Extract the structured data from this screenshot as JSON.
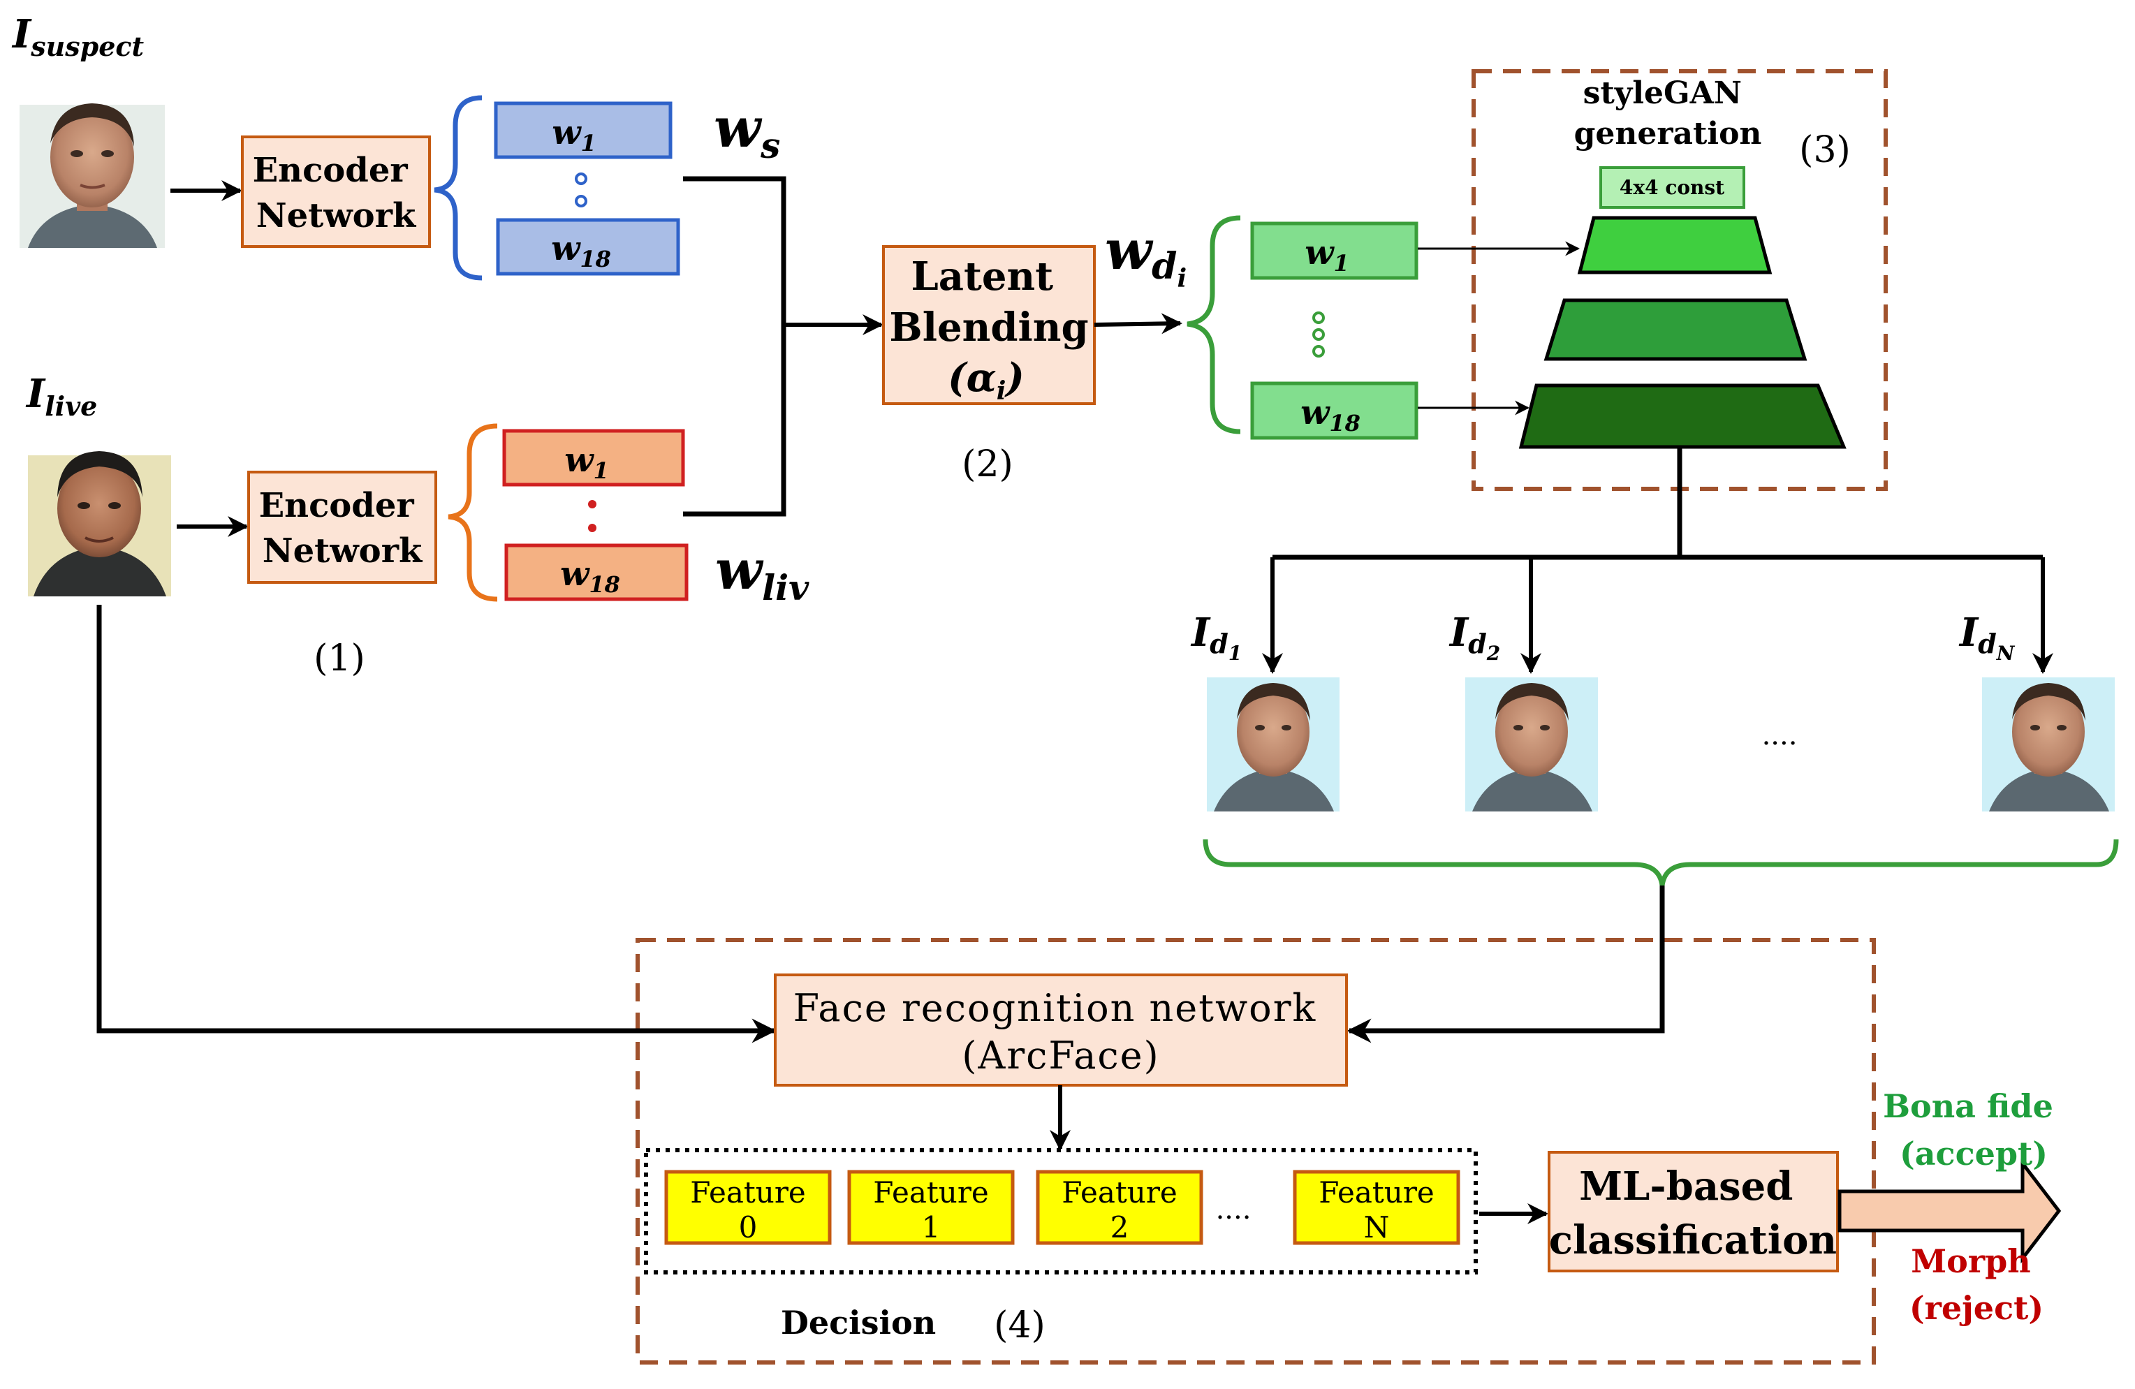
{
  "colors": {
    "box_fill": "#FCE4D6",
    "box_stroke": "#C55A11",
    "blue_fill": "#A9BDE6",
    "blue_stroke": "#2E62C9",
    "red_fill": "#F4B183",
    "red_stroke": "#D02020",
    "green_fill": "#82DE8E",
    "green_stroke": "#3A9E3A",
    "gan_light": "#3FCF3F",
    "gan_mid": "#2E9E3A",
    "gan_dark": "#1F6B14",
    "const_fill": "#B4F0B4",
    "feature_fill": "#FFFF00",
    "dashed": "#A0522D",
    "accept_text": "#1E9E3C",
    "reject_text": "#C00000",
    "output_arrow": "#F8CBAD"
  },
  "labels": {
    "i_suspect": {
      "base": "I",
      "sub": "suspect"
    },
    "i_live": {
      "base": "I",
      "sub": "live"
    },
    "encoder_top": [
      "Encoder",
      "Network"
    ],
    "encoder_bottom": [
      "Encoder",
      "Network"
    ],
    "blue_w1": {
      "base": "w",
      "sub": "1"
    },
    "blue_w18": {
      "base": "w",
      "sub": "18"
    },
    "red_w1": {
      "base": "w",
      "sub": "1"
    },
    "red_w18": {
      "base": "w",
      "sub": "18"
    },
    "ws": {
      "base": "w",
      "sub": "s"
    },
    "wliv": {
      "base": "w",
      "sub": "liv"
    },
    "latent_blending": [
      "Latent",
      "Blending"
    ],
    "alpha": {
      "base": "(α",
      "sub": "i",
      "tail": ")"
    },
    "wdi": {
      "base": "w",
      "sub": "d",
      "subsub": "i"
    },
    "green_w1": {
      "base": "w",
      "sub": "1"
    },
    "green_w18": {
      "base": "w",
      "sub": "18"
    },
    "stylegan": [
      "styleGAN",
      "generation"
    ],
    "const": "4x4 const",
    "step1": "(1)",
    "step2": "(2)",
    "step3": "(3)",
    "step4": "(4)",
    "id1": {
      "base": "I",
      "sub": "d",
      "subsub": "1"
    },
    "id2": {
      "base": "I",
      "sub": "d",
      "subsub": "2"
    },
    "idN": {
      "base": "I",
      "sub": "d",
      "subsub": "N"
    },
    "faces_ellipsis": "....",
    "face_recognition": [
      "Face recognition network",
      "(ArcFace)"
    ],
    "features": [
      {
        "line1": "Feature",
        "line2": "0"
      },
      {
        "line1": "Feature",
        "line2": "1"
      },
      {
        "line1": "Feature",
        "line2": "2"
      },
      {
        "line1": "Feature",
        "line2": "N"
      }
    ],
    "features_ellipsis": "....",
    "ml_classification": [
      "ML-based",
      "classification"
    ],
    "decision": "Decision",
    "bona_fide": [
      "Bona fide",
      "(accept)"
    ],
    "morph": [
      "Morph",
      "(reject)"
    ]
  }
}
